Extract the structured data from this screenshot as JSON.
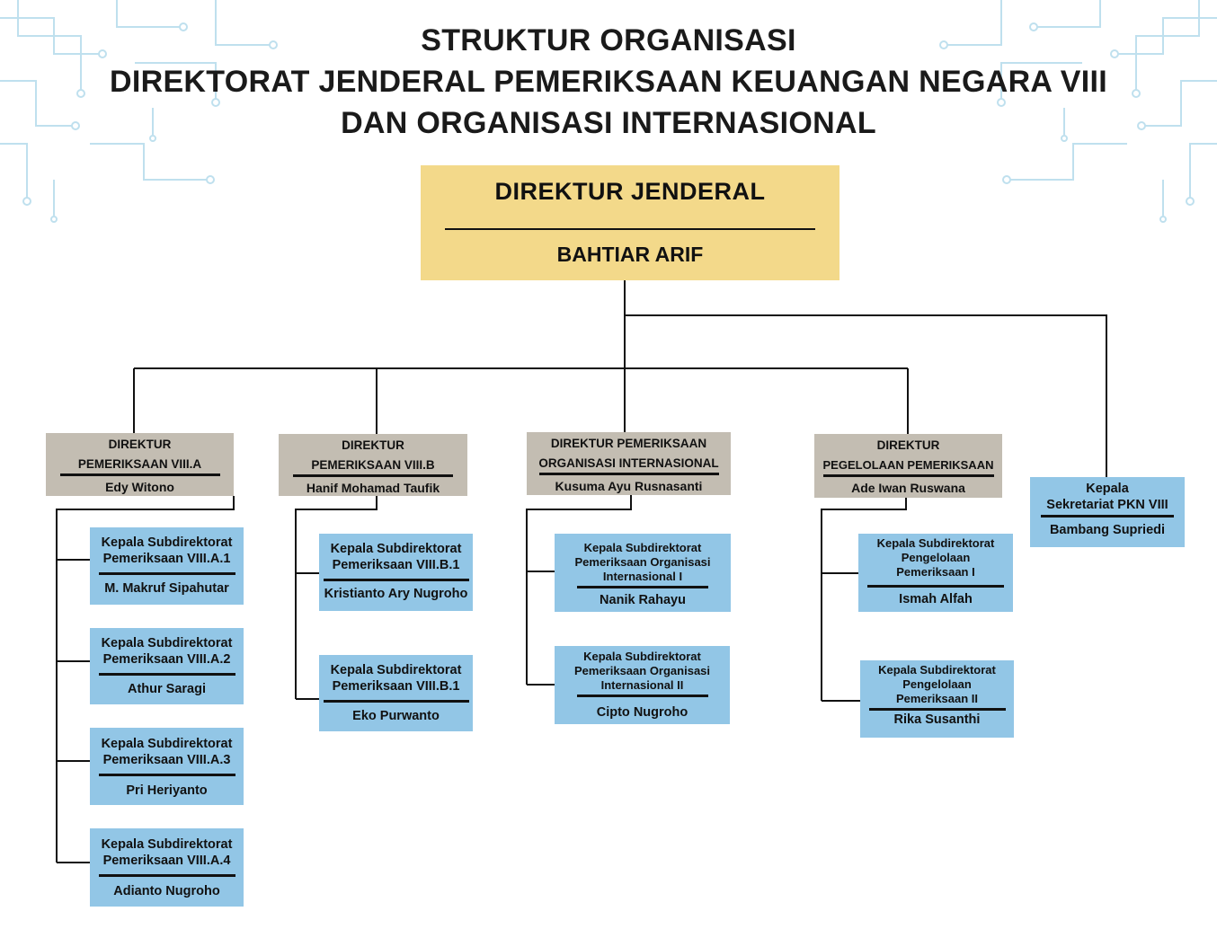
{
  "title": {
    "line1": "STRUKTUR ORGANISASI",
    "line2": "DIREKTORAT JENDERAL PEMERIKSAAN KEUANGAN NEGARA VIII",
    "line3": "DAN ORGANISASI INTERNASIONAL"
  },
  "director_general": {
    "title": "DIREKTUR JENDERAL",
    "name": "BAHTIAR ARIF"
  },
  "directors": [
    {
      "title_line1": "DIREKTUR",
      "title_line2": "PEMERIKSAAN  VIII.A",
      "name": "Edy Witono"
    },
    {
      "title_line1": "DIREKTUR",
      "title_line2": "PEMERIKSAAN  VIII.B",
      "name": "Hanif Mohamad Taufik"
    },
    {
      "title_line1": "DIREKTUR PEMERIKSAAN",
      "title_line2": "ORGANISASI INTERNASIONAL",
      "name": "Kusuma Ayu Rusnasanti"
    },
    {
      "title_line1": "DIREKTUR",
      "title_line2": "PEGELOLAAN PEMERIKSAAN",
      "name": "Ade Iwan Ruswana"
    }
  ],
  "secretariat": {
    "title_line1": "Kepala",
    "title_line2": "Sekretariat PKN VIII",
    "name": "Bambang Supriedi"
  },
  "subdirectorates": {
    "a": [
      {
        "title_line1": "Kepala Subdirektorat",
        "title_line2": "Pemeriksaan VIII.A.1",
        "name": "M. Makruf Sipahutar"
      },
      {
        "title_line1": "Kepala Subdirektorat",
        "title_line2": "Pemeriksaan VIII.A.2",
        "name": "Athur Saragi"
      },
      {
        "title_line1": "Kepala Subdirektorat",
        "title_line2": "Pemeriksaan VIII.A.3",
        "name": "Pri Heriyanto"
      },
      {
        "title_line1": "Kepala Subdirektorat",
        "title_line2": "Pemeriksaan VIII.A.4",
        "name": "Adianto Nugroho"
      }
    ],
    "b": [
      {
        "title_line1": "Kepala Subdirektorat",
        "title_line2": "Pemeriksaan VIII.B.1",
        "name": "Kristianto Ary Nugroho"
      },
      {
        "title_line1": "Kepala Subdirektorat",
        "title_line2": "Pemeriksaan VIII.B.1",
        "name": "Eko Purwanto"
      }
    ],
    "oi": [
      {
        "title_line1": "Kepala Subdirektorat",
        "title_line2": "Pemeriksaan Organisasi",
        "title_line3": "Internasional I",
        "name": "Nanik Rahayu"
      },
      {
        "title_line1": "Kepala Subdirektorat",
        "title_line2": "Pemeriksaan Organisasi",
        "title_line3": "Internasional II",
        "name": "Cipto Nugroho"
      }
    ],
    "pp": [
      {
        "title_line1": "Kepala Subdirektorat",
        "title_line2": "Pengelolaan",
        "title_line3": "Pemeriksaan I",
        "name": "Ismah Alfah"
      },
      {
        "title_line1": "Kepala Subdirektorat",
        "title_line2": "Pengelolaan",
        "title_line3": "Pemeriksaan II",
        "name": "Rika Susanthi"
      }
    ]
  },
  "colors": {
    "director_general_bg": "#f3d98a",
    "director_bg": "#c3bdb2",
    "subdirectorate_bg": "#92c6e6",
    "decoration": "#bfe0ee"
  }
}
